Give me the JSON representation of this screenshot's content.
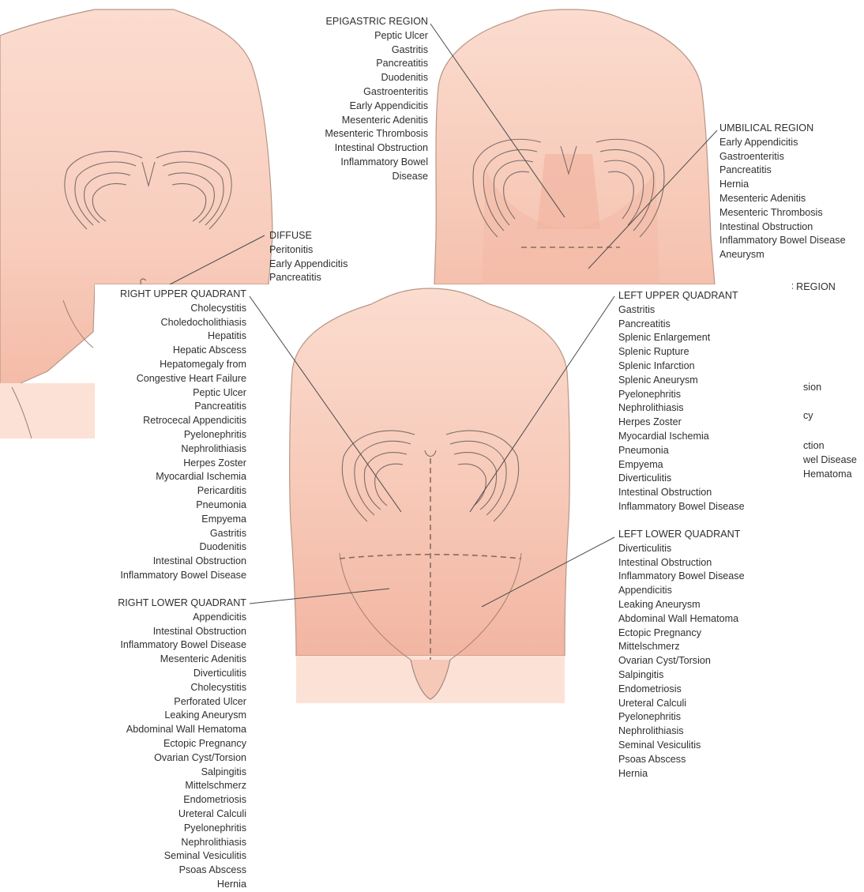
{
  "colors": {
    "skin": "#f8d0c0",
    "skin_dark": "#f1b5a2",
    "skin_light": "#fce4d8",
    "outline": "#8a7a74",
    "leader": "#4a4a4a"
  },
  "diffuse": {
    "heading": "DIFFUSE",
    "items": [
      "Peritonitis",
      "Early Appendicitis",
      "Pancreatitis"
    ]
  },
  "epigastric": {
    "heading": "EPIGASTRIC REGION",
    "items": [
      "Peptic Ulcer",
      "Gastritis",
      "Pancreatitis",
      "Duodenitis",
      "Gastroenteritis",
      "Early Appendicitis",
      "Mesenteric Adenitis",
      "Mesenteric Thrombosis",
      "Intestinal Obstruction",
      "Inflammatory Bowel",
      "Disease"
    ]
  },
  "umbilical": {
    "heading": "UMBILICAL REGION",
    "items": [
      "Early Appendicitis",
      "Gastroenteritis",
      "Pancreatitis",
      "Hernia",
      "Mesenteric Adenitis",
      "Mesenteric Thrombosis",
      "Intestinal Obstruction",
      "Inflammatory Bowel Disease",
      "Aneurysm"
    ]
  },
  "hypogastric": {
    "heading": "HYPOGASTRIC REGION",
    "partial_items": [
      "sion",
      "cy",
      "ction",
      "wel Disease",
      "Hematoma"
    ]
  },
  "ruq": {
    "heading": "RIGHT UPPER QUADRANT",
    "items": [
      "Cholecystitis",
      "Choledocholithiasis",
      "Hepatitis",
      "Hepatic Abscess",
      "Hepatomegaly from",
      "Congestive Heart Failure",
      "Peptic Ulcer",
      "Pancreatitis",
      "Retrocecal Appendicitis",
      "Pyelonephritis",
      "Nephrolithiasis",
      "Herpes Zoster",
      "Myocardial Ischemia",
      "Pericarditis",
      "Pneumonia",
      "Empyema",
      "Gastritis",
      "Duodenitis",
      "Intestinal Obstruction",
      "Inflammatory Bowel Disease"
    ]
  },
  "luq": {
    "heading": "LEFT UPPER QUADRANT",
    "items": [
      "Gastritis",
      "Pancreatitis",
      "Splenic Enlargement",
      "Splenic Rupture",
      "Splenic Infarction",
      "Splenic Aneurysm",
      "Pyelonephritis",
      "Nephrolithiasis",
      "Herpes Zoster",
      "Myocardial Ischemia",
      "Pneumonia",
      "Empyema",
      "Diverticulitis",
      "Intestinal Obstruction",
      "Inflammatory Bowel Disease"
    ]
  },
  "rlq": {
    "heading": "RIGHT LOWER QUADRANT",
    "items": [
      "Appendicitis",
      "Intestinal Obstruction",
      "Inflammatory Bowel Disease",
      "Mesenteric Adenitis",
      "Diverticulitis",
      "Cholecystitis",
      "Perforated Ulcer",
      "Leaking Aneurysm",
      "Abdominal Wall Hematoma",
      "Ectopic Pregnancy",
      "Ovarian Cyst/Torsion",
      "Salpingitis",
      "Mittelschmerz",
      "Endometriosis",
      "Ureteral Calculi",
      "Pyelonephritis",
      "Nephrolithiasis",
      "Seminal Vesiculitis",
      "Psoas Abscess",
      "Hernia"
    ]
  },
  "llq": {
    "heading": "LEFT LOWER QUADRANT",
    "items": [
      "Diverticulitis",
      "Intestinal Obstruction",
      "Inflammatory Bowel Disease",
      "Appendicitis",
      "Leaking Aneurysm",
      "Abdominal Wall Hematoma",
      "Ectopic Pregnancy",
      "Mittelschmerz",
      "Ovarian Cyst/Torsion",
      "Salpingitis",
      "Endometriosis",
      "Ureteral Calculi",
      "Pyelonephritis",
      "Nephrolithiasis",
      "Seminal Vesiculitis",
      "Psoas Abscess",
      "Hernia"
    ]
  }
}
